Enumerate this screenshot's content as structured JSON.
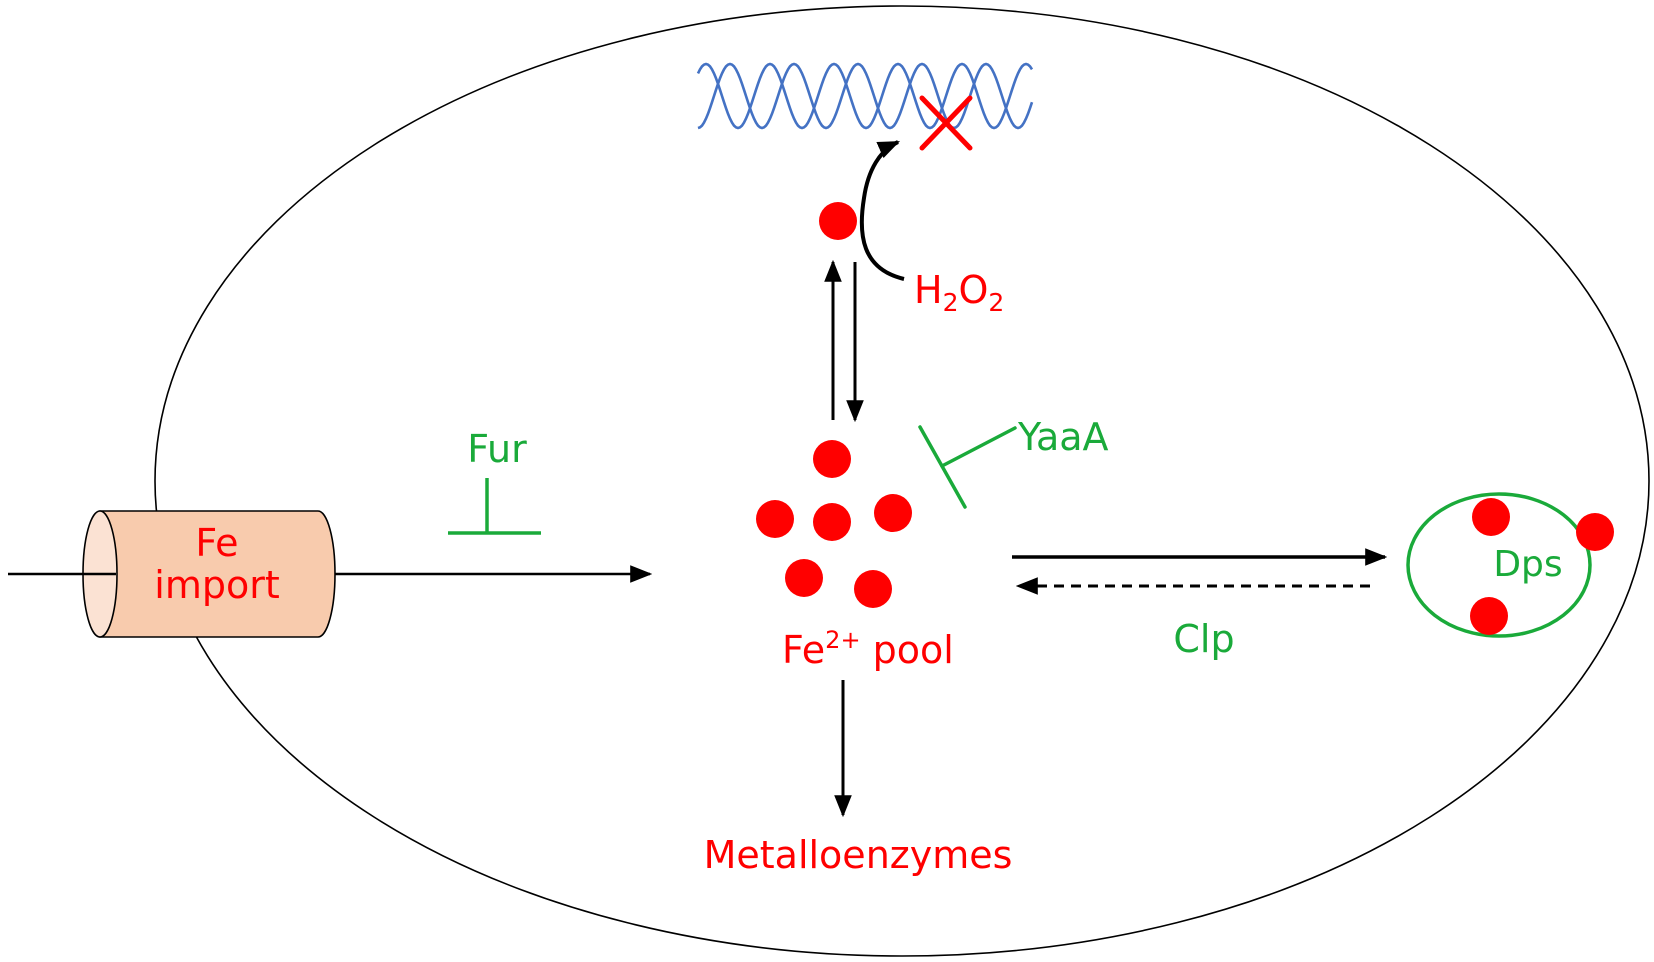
{
  "labels": {
    "fe_import_line1": "Fe",
    "fe_import_line2": "import",
    "fur": "Fur",
    "yaaa": "YaaA",
    "h2o2_h": "H",
    "h2o2_sub1": "2",
    "h2o2_o": "O",
    "h2o2_sub2": "2",
    "fe_pool_base": "Fe",
    "fe_pool_sup": "2+",
    "fe_pool_word": " pool",
    "dps": "Dps",
    "clp": "Clp",
    "metalloenzymes": "Metalloenzymes"
  },
  "colors": {
    "iron": "#ff0000",
    "regulator": "#1aaa3a",
    "dna": "#4472c4",
    "transporter_fill": "#f8cbad",
    "outline": "#000000"
  }
}
